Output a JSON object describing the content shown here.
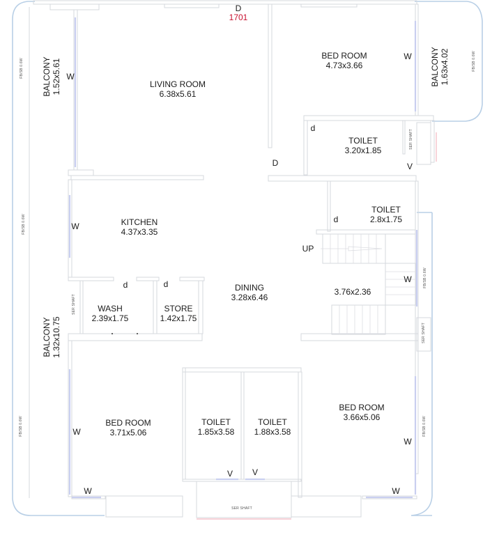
{
  "plan": {
    "unit_number": "1701",
    "entry_door": "D",
    "colors": {
      "wall": "#d6d8de",
      "window": "#c9cff0",
      "outline": "#b8cfe6",
      "accent_red": "#c8102e",
      "red_edge": "#f2b8c0"
    },
    "rooms": [
      {
        "id": "living",
        "name": "LIVING ROOM",
        "dims": "6.38x5.61"
      },
      {
        "id": "balcony_w_top",
        "name": "BALCONY",
        "dims": "1.52x5.61"
      },
      {
        "id": "bed_ne",
        "name": "BED ROOM",
        "dims": "4.73x3.66"
      },
      {
        "id": "balcony_e",
        "name": "BALCONY",
        "dims": "1.63x4.02"
      },
      {
        "id": "toilet_ne",
        "name": "TOILET",
        "dims": "3.20x1.85"
      },
      {
        "id": "kitchen",
        "name": "KITCHEN",
        "dims": "4.37x3.35"
      },
      {
        "id": "toilet_mid",
        "name": "TOILET",
        "dims": "2.8x1.75"
      },
      {
        "id": "dining",
        "name": "DINING",
        "dims": "3.28x6.46"
      },
      {
        "id": "stair",
        "name": "",
        "dims": "3.76x2.36"
      },
      {
        "id": "wash",
        "name": "WASH",
        "dims": "2.39x1.75"
      },
      {
        "id": "store",
        "name": "STORE",
        "dims": "1.42x1.75"
      },
      {
        "id": "balcony_w_bottom",
        "name": "BALCONY",
        "dims": "1.32x10.75"
      },
      {
        "id": "bed_sw",
        "name": "BED ROOM",
        "dims": "3.71x5.06"
      },
      {
        "id": "toilet_s1",
        "name": "TOILET",
        "dims": "1.85x3.58"
      },
      {
        "id": "toilet_s2",
        "name": "TOILET",
        "dims": "1.88x3.58"
      },
      {
        "id": "bed_se",
        "name": "BED ROOM",
        "dims": "3.66x5.06"
      }
    ],
    "markers": {
      "window": "W",
      "door": "D",
      "small_door": "d",
      "ventilator": "V",
      "stair_up": "UP"
    },
    "annotations": {
      "fbsb": "FB/SB 0.6W",
      "ser_shaft": "SER SHAFT"
    }
  }
}
